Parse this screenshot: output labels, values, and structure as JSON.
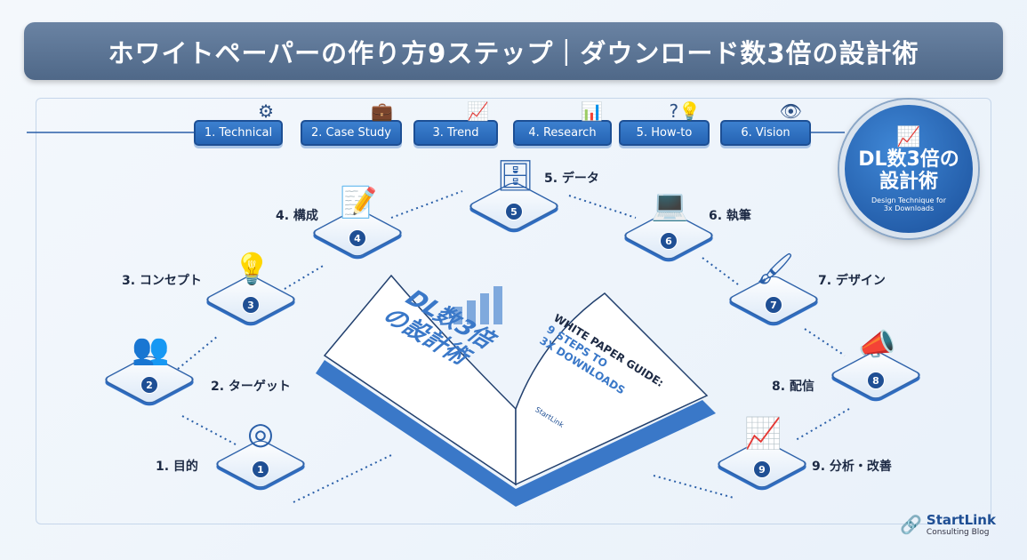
{
  "title": "ホワイトペーパーの作り方9ステップ｜ダウンロード数3倍の設計術",
  "types": [
    {
      "label": "1. Technical",
      "icon": "gear-icon",
      "glyph": "⚙"
    },
    {
      "label": "2. Case Study",
      "icon": "briefcase-icon",
      "glyph": "💼"
    },
    {
      "label": "3. Trend",
      "icon": "trend-chart-icon",
      "glyph": "📈"
    },
    {
      "label": "4. Research",
      "icon": "report-icon",
      "glyph": "📊"
    },
    {
      "label": "5. How-to",
      "icon": "lightbulb-icon",
      "glyph": "?💡"
    },
    {
      "label": "6. Vision",
      "icon": "eye-icon",
      "glyph": "👁"
    }
  ],
  "badge": {
    "title_line1": "DL数3倍の",
    "title_line2": "設計術",
    "sub_line1": "Design Technique for",
    "sub_line2": "3x Downloads"
  },
  "steps": [
    {
      "num": "1",
      "label": "1. 目的",
      "icon": "target-icon",
      "glyph": "◎"
    },
    {
      "num": "2",
      "label": "2. ターゲット",
      "icon": "people-icon",
      "glyph": "👥"
    },
    {
      "num": "3",
      "label": "3. コンセプト",
      "icon": "idea-document-icon",
      "glyph": "💡"
    },
    {
      "num": "4",
      "label": "4. 構成",
      "icon": "document-pen-icon",
      "glyph": "📝"
    },
    {
      "num": "5",
      "label": "5. データ",
      "icon": "database-cloud-icon",
      "glyph": "🗄"
    },
    {
      "num": "6",
      "label": "6. 執筆",
      "icon": "laptop-icon",
      "glyph": "💻"
    },
    {
      "num": "7",
      "label": "7. デザイン",
      "icon": "design-brush-icon",
      "glyph": "🖌"
    },
    {
      "num": "8",
      "label": "8. 配信",
      "icon": "calendar-megaphone-icon",
      "glyph": "📣"
    },
    {
      "num": "9",
      "label": "9. 分析・改善",
      "icon": "analytics-refresh-icon",
      "glyph": "📈"
    }
  ],
  "book": {
    "left_title1": "DL数3倍",
    "left_title2": "の設計術",
    "right_line1": "WHITE PAPER GUIDE:",
    "right_line2": "9 STEPS TO",
    "right_line3": "3X DOWNLOADS",
    "brand": "StartLink"
  },
  "logo": {
    "name": "StartLink",
    "sub": "Consulting Blog"
  }
}
